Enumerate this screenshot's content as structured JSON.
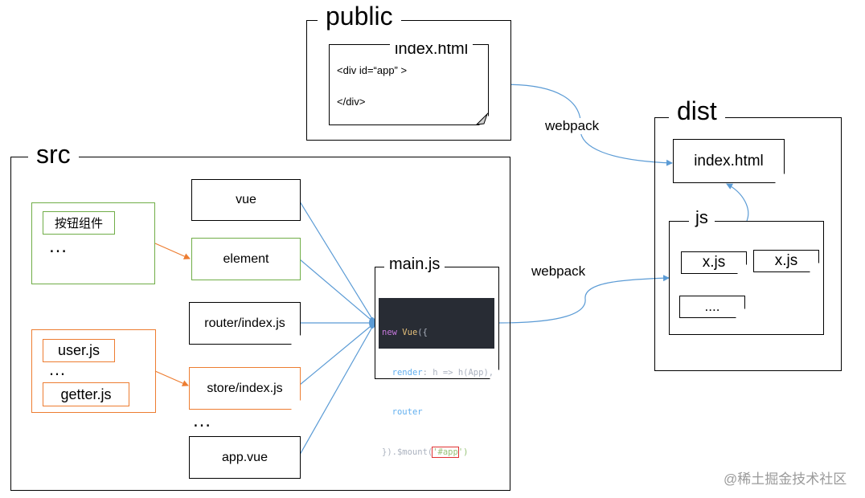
{
  "public": {
    "title": "public",
    "index_file": "index.html",
    "code_line1": "<div id=“app” >",
    "code_line2": "</div>"
  },
  "src": {
    "title": "src",
    "component_box": {
      "item": "按钮组件",
      "ellipsis": "…"
    },
    "js_box": {
      "item1": "user.js",
      "ellipsis": "…",
      "item2": "getter.js"
    },
    "files": {
      "vue": "vue",
      "element": "element",
      "router": "router/index.js",
      "store": "store/index.js",
      "ellipsis": "…",
      "app": "app.vue"
    },
    "main": {
      "title": "main.js",
      "code": {
        "l1_kw": "new ",
        "l1_cls": "Vue",
        "l1_rest": "({",
        "l2_prop": "render",
        "l2_rest": ": h => h(App),",
        "l3_prop": "router",
        "l4_pre": "}).$mount(",
        "l4_hl": "'#app",
        "l4_post": "')"
      }
    }
  },
  "webpack_label_top": "webpack",
  "webpack_label_bottom": "webpack",
  "dist": {
    "title": "dist",
    "index_file": "index.html",
    "js": {
      "title": "js",
      "file1": "x.js",
      "file2": "x.js",
      "more": "...."
    }
  },
  "watermark": "@稀土掘金技术社区",
  "colors": {
    "arrow_blue": "#5b9bd5",
    "green": "#70ad47",
    "orange": "#ed7d31",
    "code_bg": "#282c34",
    "highlight_red": "#e03131"
  }
}
